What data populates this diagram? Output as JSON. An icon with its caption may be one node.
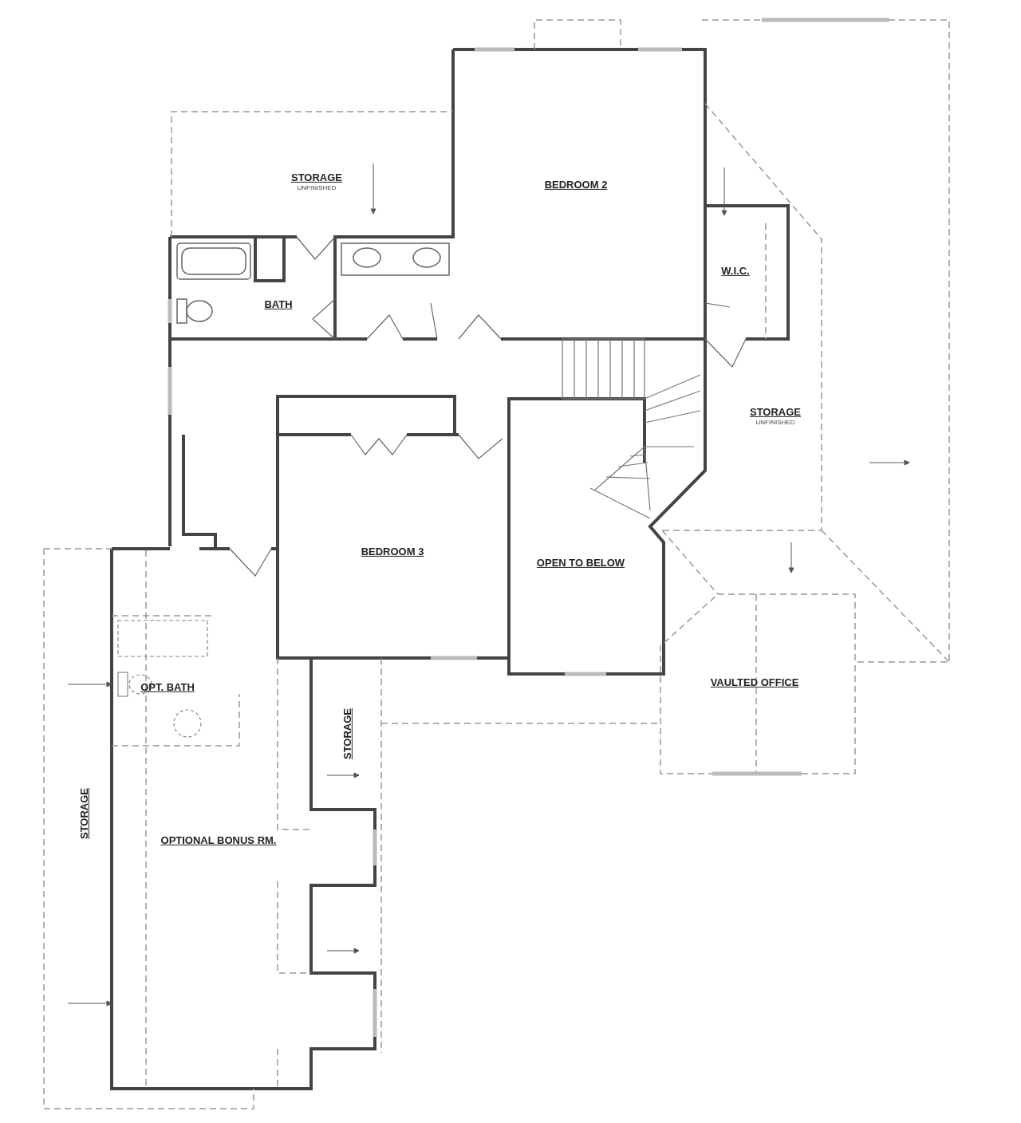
{
  "diagram": {
    "nodes": [
      {
        "text": [
          "STORAGE",
          "UNFINISHED"
        ]
      },
      {
        "text": [
          "BEDROOM 2"
        ]
      },
      {
        "text": [
          "W.I.C."
        ]
      },
      {
        "text": [
          "BATH"
        ]
      },
      {
        "text": [
          "STORAGE",
          "UNFINISHED"
        ]
      },
      {
        "text": [
          "BEDROOM 3"
        ]
      },
      {
        "text": [
          "OPEN TO BELOW"
        ]
      },
      {
        "text": [
          "VAULTED OFFICE"
        ]
      },
      {
        "text": [
          "OPT. BATH"
        ]
      },
      {
        "text": [
          "STORAGE"
        ]
      },
      {
        "text": [
          "STORAGE"
        ]
      },
      {
        "text": [
          "OPTIONAL BONUS RM."
        ]
      }
    ]
  }
}
